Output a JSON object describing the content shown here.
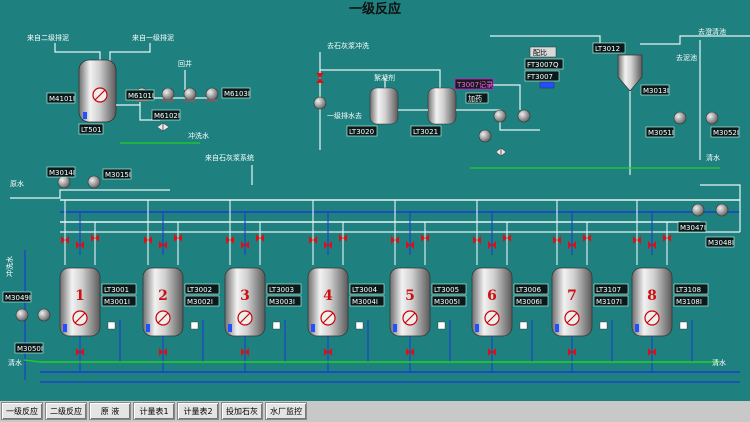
{
  "title": "一级反应",
  "labels": {
    "from_secondary_1": "来自二级排泥",
    "from_primary_1": "来自一级排泥",
    "to_pit": "回井",
    "flush_water_1": "冲洗水",
    "to_lime_flush": "去石灰浆冲洗",
    "primary_drain": "一级排水去",
    "flocculant": "絮凝剂",
    "from_lime_system": "来自石灰浆系统",
    "raw_water": "原水",
    "clean_water_r1": "清水",
    "clean_water_r2": "清水",
    "clean_water_l": "清水",
    "to_clarifier": "去澄清池",
    "sludge": "去泥池",
    "flush_water_2": "冲洗水"
  },
  "tags": {
    "M4101": "M4101I",
    "LT501": "LT501",
    "M6101": "M6101I",
    "M6102": "M6102I",
    "M6103": "M6103I",
    "LT3020": "LT3020",
    "LT3021": "LT3021",
    "M3014": "M3014I",
    "M3015": "M3015I",
    "ratio_label": "配比",
    "FT3007Q": "FT3007Q",
    "FT3007": "FT3007",
    "T3007": "T3007记录",
    "dose": "加药",
    "LT3012": "LT3012",
    "M3013": "M3013I",
    "M3051": "M3051I",
    "M3052": "M3052I",
    "M3047": "M3047I",
    "M3048": "M3048I",
    "M3049": "M3049I",
    "M3050": "M3050I"
  },
  "tanks": [
    {
      "num": "1",
      "lt": "LT3001",
      "m": "M3001I"
    },
    {
      "num": "2",
      "lt": "LT3002",
      "m": "M3002I"
    },
    {
      "num": "3",
      "lt": "LT3003",
      "m": "M3003I"
    },
    {
      "num": "4",
      "lt": "LT3004",
      "m": "M3004I"
    },
    {
      "num": "5",
      "lt": "LT3005",
      "m": "M3005I"
    },
    {
      "num": "6",
      "lt": "LT3006",
      "m": "M3006I"
    },
    {
      "num": "7",
      "lt": "LT3107",
      "m": "M3107I"
    },
    {
      "num": "8",
      "lt": "LT3108",
      "m": "M3108I"
    }
  ],
  "nav": [
    "一级反应",
    "二级反应",
    "原 液",
    "计量表1",
    "计量表2",
    "投加石灰",
    "水厂监控"
  ],
  "colors": {
    "background": "#1f8080",
    "pipe_white": "#e8f4f4",
    "pipe_blue": "#1a3ed0",
    "pipe_green": "#22d022",
    "valve_red": "#e01010",
    "level_blue": "#2050ff"
  }
}
